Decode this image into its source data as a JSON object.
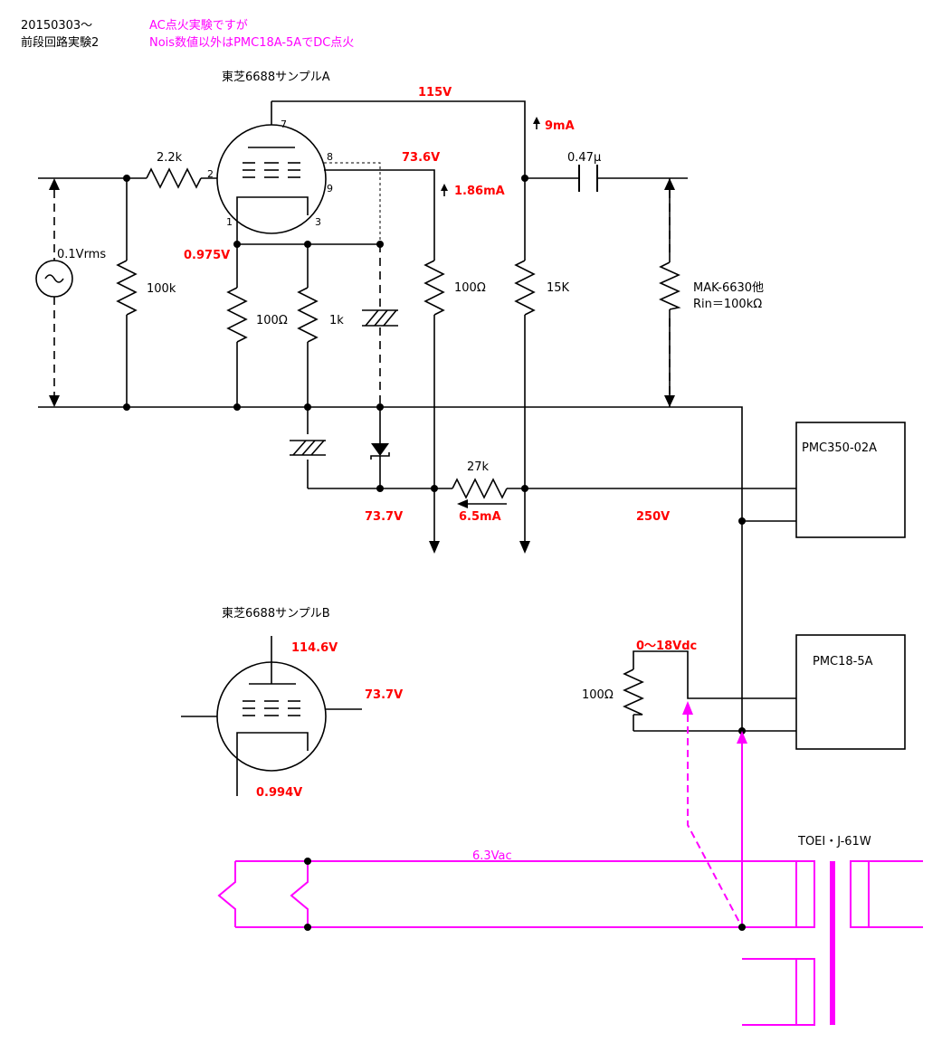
{
  "header": {
    "date": "20150303～",
    "title": "前段回路実験2",
    "note_line1": "AC点火実験ですが",
    "note_line2": "Nois数値以外はPMC18A-5AでDC点火"
  },
  "tube_a": {
    "label": "東芝6688サンプルA",
    "pins": [
      "7",
      "2",
      "8",
      "9",
      "1",
      "3"
    ]
  },
  "tube_b": {
    "label": "東芝6688サンプルB"
  },
  "components": {
    "r_grid": "2.2k",
    "r_input": "100k",
    "r_cathode_a": "100Ω",
    "r_cathode_b": "1k",
    "r_screen": "100Ω",
    "r_plate": "15K",
    "r_series": "27k",
    "r_filament": "100Ω",
    "cap": "0.47μ",
    "source": "0.1Vrms",
    "load_line1": "MAK-6630他",
    "load_line2": "Rin＝100kΩ"
  },
  "supplies": {
    "hv": "PMC350-02A",
    "filament": "PMC18-5A",
    "transformer": "TOEI・J-61W"
  },
  "measurements": {
    "v_plate": "115V",
    "i_plate": "9mA",
    "v_screen": "73.6V",
    "i_screen": "1.86mA",
    "v_cathode": "0.975V",
    "v_zener": "73.7V",
    "i_series": "6.5mA",
    "v_supply": "250V",
    "b_plate": "114.6V",
    "b_screen": "73.7V",
    "b_cathode": "0.994V",
    "fil_range": "0～18Vdc",
    "fil_ac": "6.3Vac"
  },
  "colors": {
    "wire": "#000000",
    "measurement": "#ff0000",
    "heater": "#ff00ff"
  }
}
